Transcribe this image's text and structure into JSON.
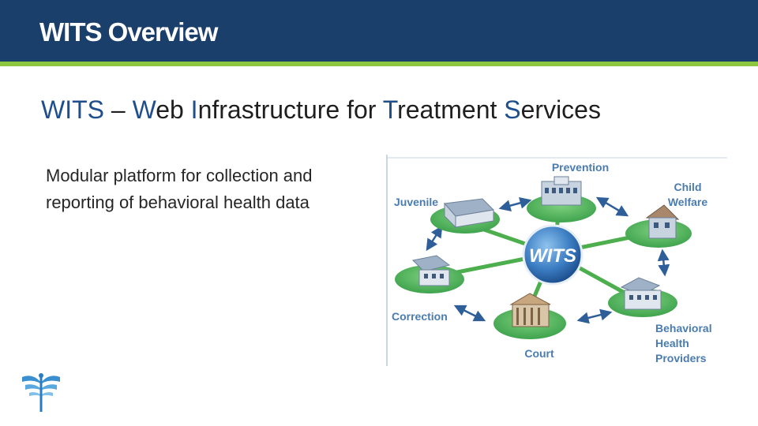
{
  "header": {
    "title": "WITS Overview"
  },
  "subtitle": {
    "parts": [
      {
        "text": "WITS",
        "hl": true
      },
      {
        "text": " – ",
        "hl": false
      },
      {
        "text": "W",
        "hl": true
      },
      {
        "text": "eb ",
        "hl": false
      },
      {
        "text": "I",
        "hl": true
      },
      {
        "text": "nfrastructure for ",
        "hl": false
      },
      {
        "text": "T",
        "hl": true
      },
      {
        "text": "reatment ",
        "hl": false
      },
      {
        "text": "S",
        "hl": true
      },
      {
        "text": "ervices",
        "hl": false
      }
    ]
  },
  "body": {
    "line1": "Modular platform for collection and",
    "line2": "reporting of behavioral health data"
  },
  "diagram": {
    "center_label": "WITS",
    "labels": {
      "prevention": "Prevention",
      "juvenile": "Juvenile",
      "child_welfare_1": "Child",
      "child_welfare_2": "Welfare",
      "correction": "Correction",
      "court": "Court",
      "bhp_1": "Behavioral",
      "bhp_2": "Health",
      "bhp_3": "Providers"
    }
  },
  "colors": {
    "header_bg": "#1b3f6b",
    "header_stripe": "#8dc63f",
    "accent_blue": "#1f4e8c",
    "node_green": "#5cb85c",
    "label_blue": "#4a7cb0"
  }
}
